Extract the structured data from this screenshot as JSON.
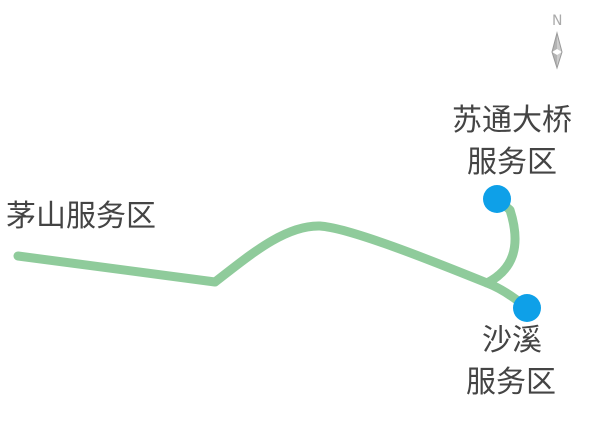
{
  "map": {
    "colors": {
      "route": "#8fcb9b",
      "marker": "#0ea0e8",
      "label": "#444444",
      "compass": "#b3b3b3"
    },
    "compass": {
      "label": "N",
      "icon": "north-arrow-icon"
    },
    "places": [
      {
        "id": "maoshan",
        "lines": [
          "茅山服务区"
        ]
      },
      {
        "id": "sutong-bridge",
        "lines": [
          "苏通大桥",
          "服务区"
        ]
      },
      {
        "id": "shaxi",
        "lines": [
          "沙溪",
          "服务区"
        ]
      }
    ]
  }
}
